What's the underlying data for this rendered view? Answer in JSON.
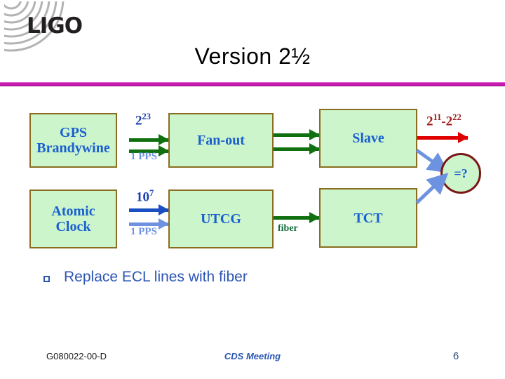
{
  "logo": {
    "text": "LIGO",
    "arc_color": "#b3b3b3",
    "text_color": "#231f20"
  },
  "title": "Version 2½",
  "rule_color": "#c71bb0",
  "diagram": {
    "box_fill": "#ccf5cc",
    "box_border": "#8a6d1f",
    "box_text_color": "#1a5fd0",
    "boxes": [
      {
        "id": "gps",
        "label": "GPS\nBrandywine"
      },
      {
        "id": "fanout",
        "label": "Fan-out"
      },
      {
        "id": "slave",
        "label": "Slave"
      },
      {
        "id": "atomic",
        "label": "Atomic\nClock"
      },
      {
        "id": "utcg",
        "label": "UTCG"
      },
      {
        "id": "tct",
        "label": "TCT"
      }
    ],
    "box_labels": {
      "gps_line1": "GPS",
      "gps_line2": "Brandywine",
      "fanout": "Fan-out",
      "slave": "Slave",
      "atomic_line1": "Atomic",
      "atomic_line2": "Clock",
      "utcg": "UTCG",
      "tct": "TCT",
      "compare_circle": "=?"
    },
    "arrow_labels": {
      "gps_top_base": "2",
      "gps_top_exp": "23",
      "gps_bottom": "1 PPS",
      "slave_out_base1": "2",
      "slave_out_exp1": "11",
      "slave_out_sep": "-",
      "slave_out_base2": "2",
      "slave_out_exp2": "22",
      "atomic_top_base": "10",
      "atomic_top_exp": "7",
      "atomic_bottom": "1 PPS",
      "utcg_out": "fiber"
    },
    "arrow_colors": {
      "green": "#107010",
      "red": "#e00000",
      "dark_blue": "#1a4fc4",
      "light_blue": "#6d93e0"
    },
    "circle_border": "#7b1616"
  },
  "bullets": [
    {
      "text": "Replace ECL lines with fiber"
    }
  ],
  "footer": {
    "document_id": "G080022-00-D",
    "meeting": "CDS Meeting",
    "page_number": "6"
  }
}
